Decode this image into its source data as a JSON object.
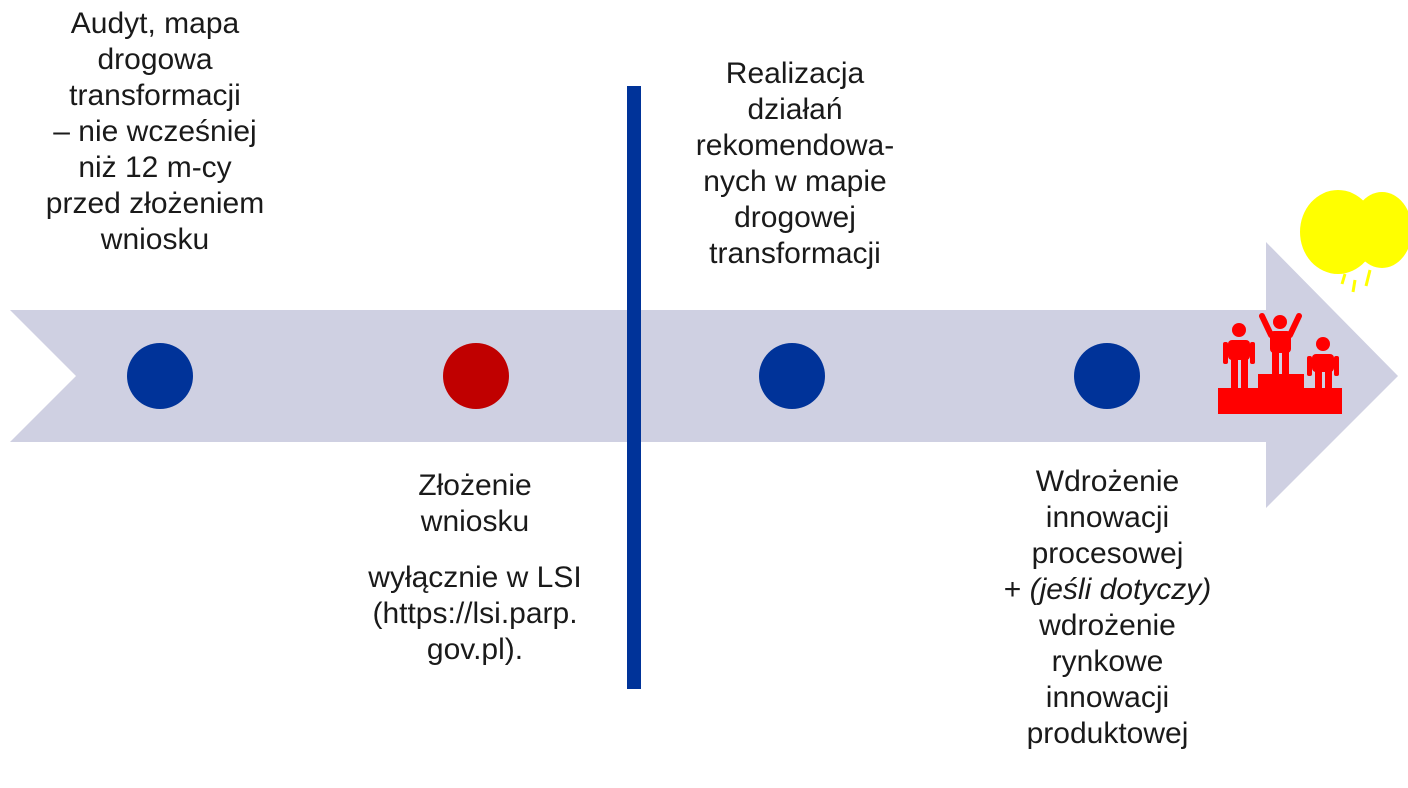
{
  "colors": {
    "arrow": "#cfd0e2",
    "divider": "#003399",
    "milestone_blue": "#003399",
    "milestone_red": "#c00000",
    "podium": "#ff0000",
    "balloons": "#ffff00"
  },
  "icons": {
    "podium": "podium-winners-icon",
    "balloons": "balloons-icon"
  },
  "milestones": [
    {
      "color": "milestone_blue",
      "lines": [
        "Audyt, mapa",
        "drogowa",
        "transformacji",
        "– nie wcześniej",
        "niż 12 m-cy",
        "przed złożeniem",
        "wniosku"
      ]
    },
    {
      "color": "milestone_red",
      "lines": [
        "Złożenie",
        "wniosku"
      ],
      "note_lines": [
        "wyłącznie w LSI",
        "(https://lsi.parp.",
        "gov.pl)."
      ]
    },
    {
      "color": "milestone_blue",
      "lines": [
        "Realizacja",
        "działań",
        "rekomendowa-",
        "nych w mapie",
        "drogowej",
        "transformacji"
      ]
    },
    {
      "color": "milestone_blue",
      "lines": [
        "Wdrożenie",
        "innowacji",
        "procesowej"
      ],
      "conditional_prefix": "+ ",
      "conditional_text": "(jeśli dotyczy)",
      "lines_after": [
        "wdrożenie",
        "rynkowe",
        "innowacji",
        "produktowej"
      ]
    }
  ]
}
